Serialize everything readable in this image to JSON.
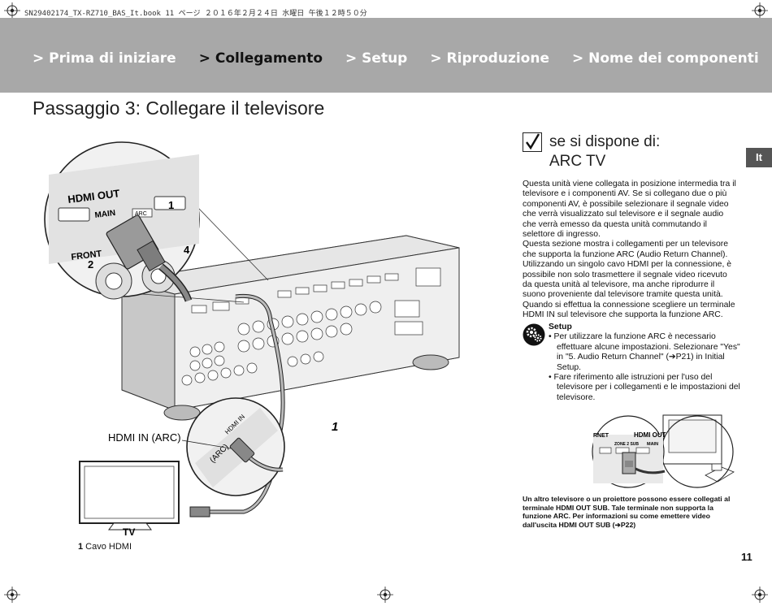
{
  "print_mark": "SN29402174_TX-RZ710_BAS_It.book  11 ページ  ２０１６年２月２４日  水曜日  午後１２時５０分",
  "nav": {
    "items": [
      {
        "label": "> Prima di iniziare",
        "active": false
      },
      {
        "label": "> Collegamento",
        "active": true
      },
      {
        "label": "> Setup",
        "active": false
      },
      {
        "label": "> Riproduzione",
        "active": false
      },
      {
        "label": "> Nome dei componenti",
        "active": false
      }
    ]
  },
  "page_title": "Passaggio 3: Collegare il televisore",
  "language_tab": "It",
  "requirement": {
    "line1": "se si dispone di:",
    "line2": "ARC TV"
  },
  "body_paragraphs": [
    "Questa unità viene collegata in posizione intermedia tra il televisore e i componenti AV. Se si collegano due o più componenti AV, è possibile selezionare il segnale video che verrà visualizzato sul televisore e il segnale audio che verrà emesso da questa unità commutando il selettore di ingresso.",
    "Questa sezione mostra i collegamenti per un televisore che supporta la funzione ARC (Audio Return Channel). Utilizzando un singolo cavo HDMI per la connessione, è possibile non solo trasmettere il segnale video ricevuto da questa unità al televisore, ma anche riprodurre il suono proveniente dal televisore tramite questa unità.",
    "Quando si effettua la connessione scegliere un terminale HDMI IN sul televisore che supporta la funzione ARC."
  ],
  "setup": {
    "title": "Setup",
    "bullets": [
      "• Per utilizzare la funzione ARC è necessario effettuare alcune impostazioni. Selezionare \"Yes\" in \"5. Audio Return Channel\" (➔P21) in Initial Setup.",
      "• Fare riferimento alle istruzioni per l'uso del televisore per i collegamenti e le impostazioni del televisore."
    ]
  },
  "caption": "Un altro televisore o un proiettore possono essere collegati al terminale HDMI OUT SUB. Tale terminale non supporta la funzione ARC. Per informazioni su come emettere video dall'uscita HDMI OUT SUB (➔P22)",
  "page_number": "11",
  "footnote": {
    "number": "1",
    "text": " Cavo HDMI"
  },
  "diagram": {
    "hdmi_out": "HDMI OUT",
    "main": "MAIN",
    "arc": "ARC",
    "front": "FRONT",
    "num_1": "1",
    "num_2": "2",
    "num_4": "4",
    "hdmi_in_arc_label": "HDMI IN (ARC)",
    "tv_port_hdmi_in": "HDMI IN",
    "tv_port_arc": "(ARC)",
    "cable_number": "1",
    "tv_label": "TV"
  },
  "thumbnail": {
    "hdmi_out": "HDMI OUT",
    "zone2_sub": "ZONE 2 SUB",
    "main": "MAIN",
    "rnet": "RNET"
  }
}
